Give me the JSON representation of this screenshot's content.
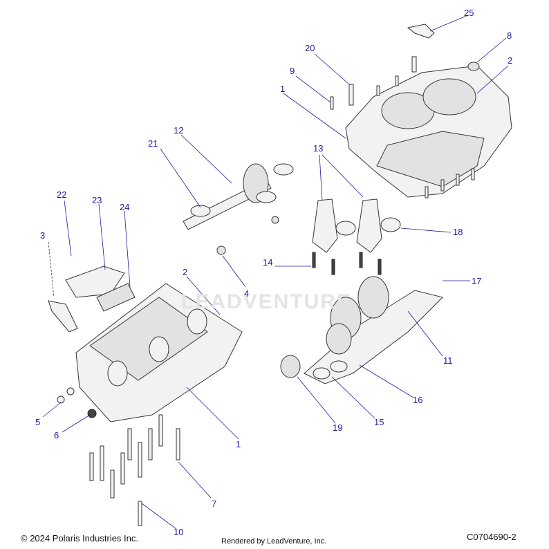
{
  "callouts": [
    {
      "id": "c1a",
      "label": "1"
    },
    {
      "id": "c1b",
      "label": "1"
    },
    {
      "id": "c2a",
      "label": "2"
    },
    {
      "id": "c2b",
      "label": "2"
    },
    {
      "id": "c3",
      "label": "3"
    },
    {
      "id": "c4",
      "label": "4"
    },
    {
      "id": "c5",
      "label": "5"
    },
    {
      "id": "c6",
      "label": "6"
    },
    {
      "id": "c7",
      "label": "7"
    },
    {
      "id": "c8",
      "label": "8"
    },
    {
      "id": "c9",
      "label": "9"
    },
    {
      "id": "c10",
      "label": "10"
    },
    {
      "id": "c11",
      "label": "11"
    },
    {
      "id": "c12",
      "label": "12"
    },
    {
      "id": "c13",
      "label": "13"
    },
    {
      "id": "c14",
      "label": "14"
    },
    {
      "id": "c15",
      "label": "15"
    },
    {
      "id": "c16",
      "label": "16"
    },
    {
      "id": "c17",
      "label": "17"
    },
    {
      "id": "c18",
      "label": "18"
    },
    {
      "id": "c19",
      "label": "19"
    },
    {
      "id": "c20",
      "label": "20"
    },
    {
      "id": "c21",
      "label": "21"
    },
    {
      "id": "c22",
      "label": "22"
    },
    {
      "id": "c23",
      "label": "23"
    },
    {
      "id": "c24",
      "label": "24"
    },
    {
      "id": "c25",
      "label": "25"
    }
  ],
  "footer": {
    "copyright": "© 2024 Polaris Industries Inc.",
    "rendered_by": "Rendered by LeadVenture, Inc.",
    "part_number": "C0704690-2"
  },
  "watermark": "LEADVENTURE",
  "colors": {
    "callout": "#1a1aa6",
    "line": "#333333"
  }
}
